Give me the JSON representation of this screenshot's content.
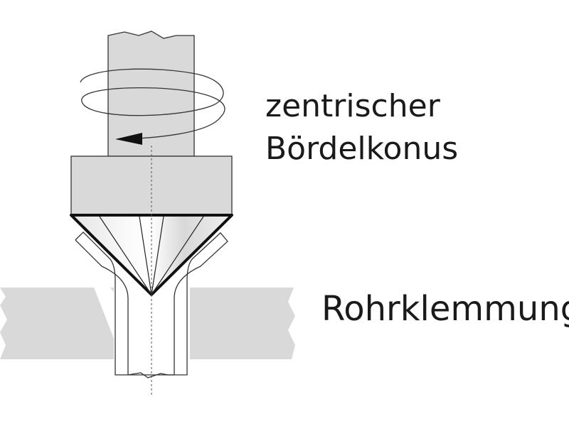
{
  "labels": {
    "cone_line1": "zentrischer",
    "cone_line2": "Bördelkonus",
    "clamp": "Rohrklemmung"
  },
  "colors": {
    "part_fill": "#d9d9d9",
    "outline": "#333333",
    "cone_edge": "#111111"
  }
}
